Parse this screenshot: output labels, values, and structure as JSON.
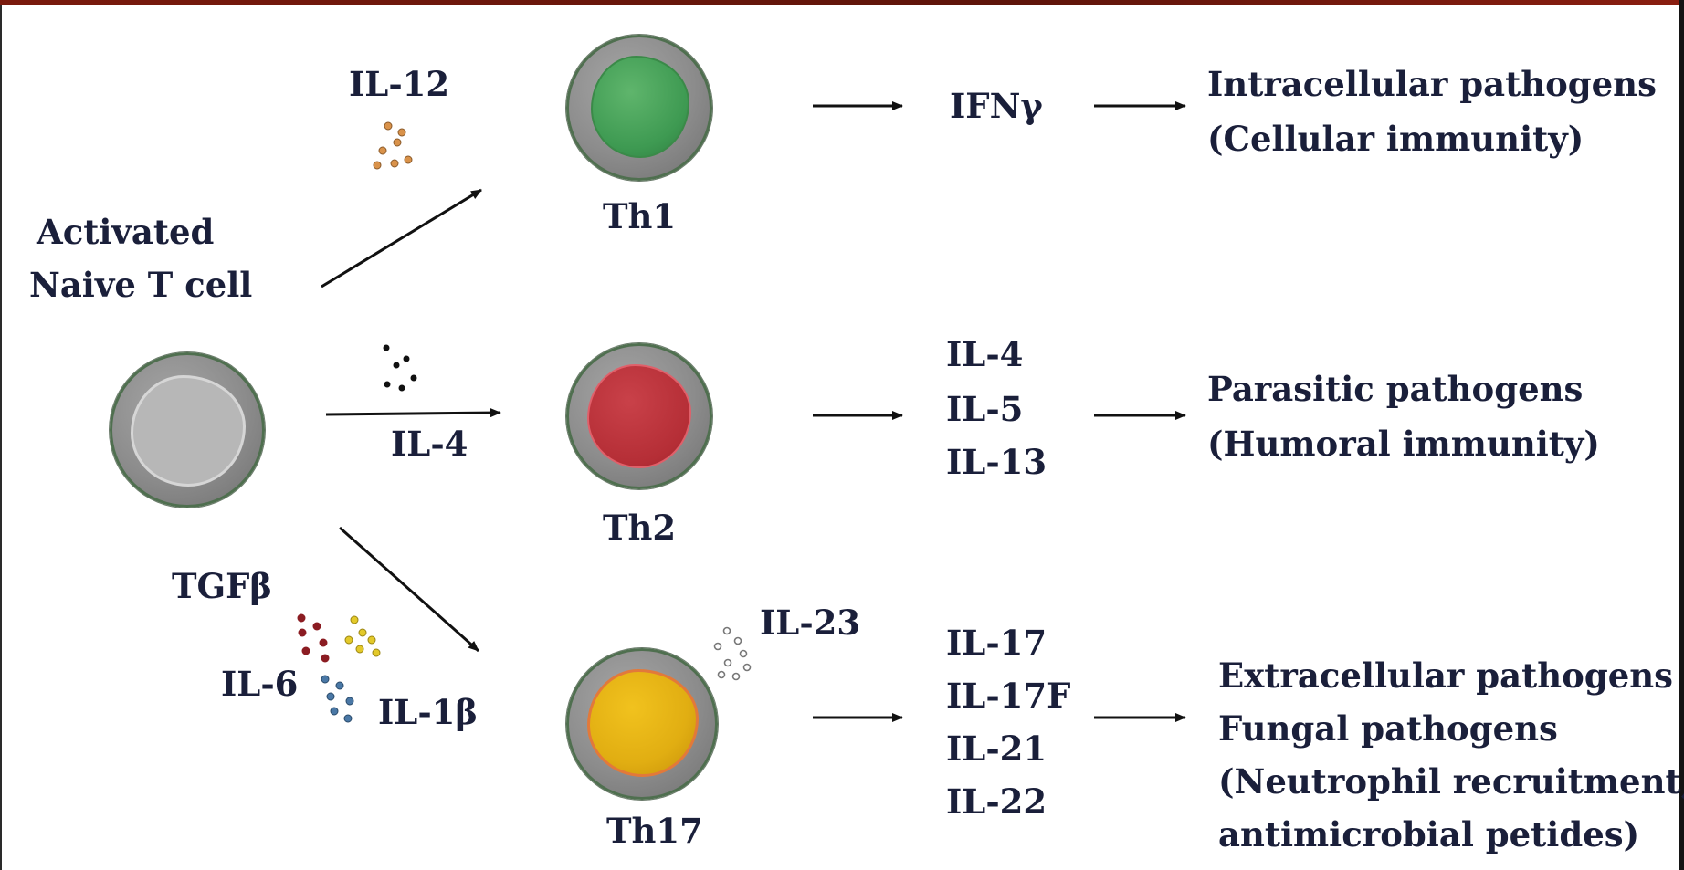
{
  "left": {
    "title_line1": "Activated",
    "title_line2": "Naive T cell"
  },
  "inducers": {
    "th1": "IL-12",
    "th2": "IL-4",
    "th17_tgf": "TGFβ",
    "th17_il6": "IL-6",
    "th17_il1": "IL-1β",
    "th17_il23": "IL-23"
  },
  "cells": [
    {
      "name": "Th1",
      "nucleus_color": "#3e9a52"
    },
    {
      "name": "Th2",
      "nucleus_color": "#c5333a"
    },
    {
      "name": "Th17",
      "nucleus_color": "#e1ae12"
    }
  ],
  "cytokines": {
    "th1": [
      "IFNγ"
    ],
    "th2": [
      "IL-4",
      "IL-5",
      "IL-13"
    ],
    "th17": [
      "IL-17",
      "IL-17F",
      "IL-21",
      "IL-22"
    ]
  },
  "targets": {
    "th1": [
      "Intracellular pathogens",
      "(Cellular immunity)"
    ],
    "th2": [
      "Parasitic pathogens",
      "(Humoral immunity)"
    ],
    "th17": [
      "Extracellular pathogens",
      "Fungal pathogens",
      "(Neutrophil recruitment,",
      "antimicrobial petides)"
    ]
  },
  "colors": {
    "text": "#1a1f3a",
    "il12_dots": "#d9924a",
    "il4_dots": "#111111",
    "tgf_dots": "#8b1c22",
    "il6_dots": "#e3c92a",
    "il1_dots": "#4a78a6",
    "il23_dots": "#888888"
  }
}
